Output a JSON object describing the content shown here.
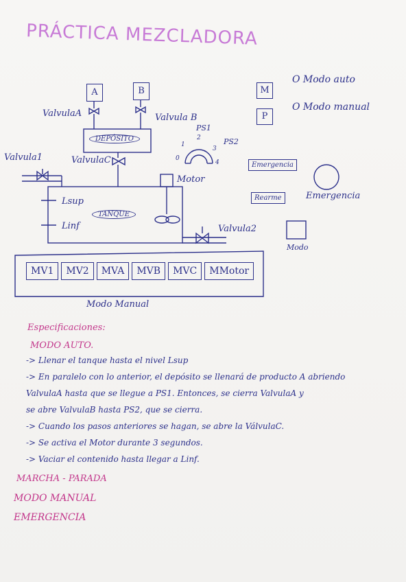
{
  "title": "PRÁCTICA MEZCLADORA",
  "diagram": {
    "box_a": "A",
    "box_b": "B",
    "valve_a": "ValvulaA",
    "valve_b": "Valvula B",
    "deposit": "DEPÓSITO",
    "valve_1": "Valvula1",
    "valve_c": "ValvulaC",
    "ps1": "PS1",
    "ps2": "PS2",
    "gauge_0": "0",
    "gauge_1": "1",
    "gauge_2": "2",
    "gauge_3": "3",
    "gauge_4": "4",
    "motor": "Motor",
    "lsup": "Lsup",
    "linf": "Linf",
    "tank": "TANQUE",
    "valve_2": "Valvula2",
    "btn_m": "M",
    "btn_p": "P",
    "mode_auto": "O Modo auto",
    "mode_manual": "O Modo manual",
    "emergencia_btn": "Emergencia",
    "rearme_btn": "Rearme",
    "emergencia_label": "Emergencia",
    "modo_label": "Modo",
    "manual_buttons": [
      "MV1",
      "MV2",
      "MVA",
      "MVB",
      "MVC",
      "MMotor"
    ],
    "manual_caption": "Modo Manual"
  },
  "specs": {
    "heading": "Especificaciones:",
    "auto_heading": "MODO AUTO.",
    "lines": [
      "-> Llenar el tanque hasta el nivel Lsup",
      "-> En paralelo con lo anterior, el depósito se llenará de producto A abriendo",
      "ValvulaA hasta que se llegue a PS1. Entonces, se cierra ValvulaA y",
      "se abre ValvulaB hasta PS2, que se cierra.",
      "-> Cuando los pasos anteriores se hagan, se abre la VálvulaC.",
      "-> Se activa el Motor durante 3 segundos.",
      "-> Vaciar el contenido hasta llegar a Linf."
    ],
    "marcha": "MARCHA - PARADA",
    "modo_manual": "MODO MANUAL",
    "emergencia": "EMERGENCIA"
  }
}
